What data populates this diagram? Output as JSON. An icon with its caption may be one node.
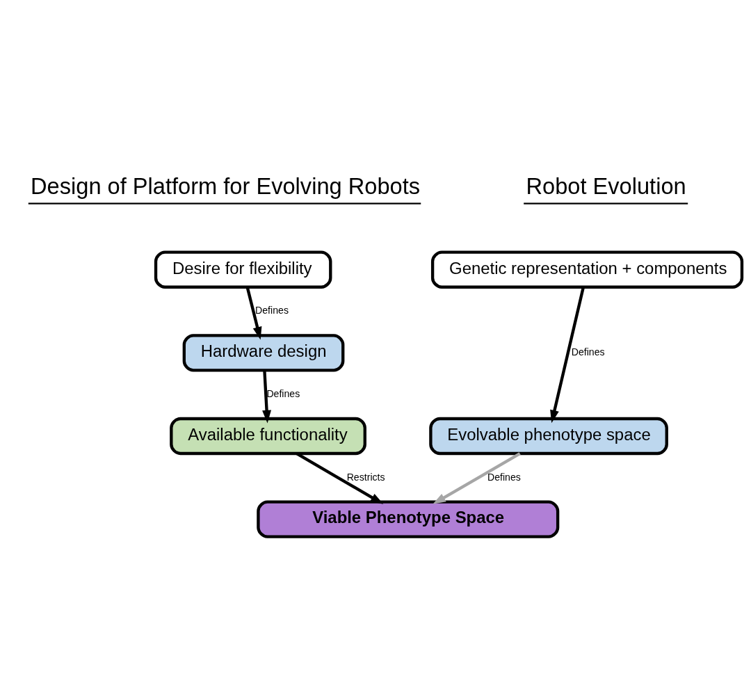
{
  "diagram": {
    "nodes": [
      {
        "text": [
          "Desire for flexibility"
        ]
      },
      {
        "text": [
          "Hardware design"
        ]
      },
      {
        "text": [
          "Available functionality"
        ]
      },
      {
        "text": [
          "Genetic representation + components"
        ]
      },
      {
        "text": [
          "Evolvable phenotype space"
        ]
      },
      {
        "text": [
          "Viable Phenotype Space"
        ]
      }
    ],
    "edges": [
      {
        "from": 0,
        "to": 1,
        "arrow": "to",
        "label": "Defines"
      },
      {
        "from": 1,
        "to": 2,
        "arrow": "to",
        "label": "Defines"
      },
      {
        "from": 3,
        "to": 4,
        "arrow": "to",
        "label": "Defines"
      },
      {
        "from": 2,
        "to": 5,
        "arrow": "to",
        "label": "Restricts"
      },
      {
        "from": 4,
        "to": 5,
        "arrow": "to",
        "label": "Defines",
        "color": "#a6a6a6"
      }
    ],
    "labels": [
      "Design of Platform for Evolving Robots",
      "Robot Evolution"
    ]
  }
}
